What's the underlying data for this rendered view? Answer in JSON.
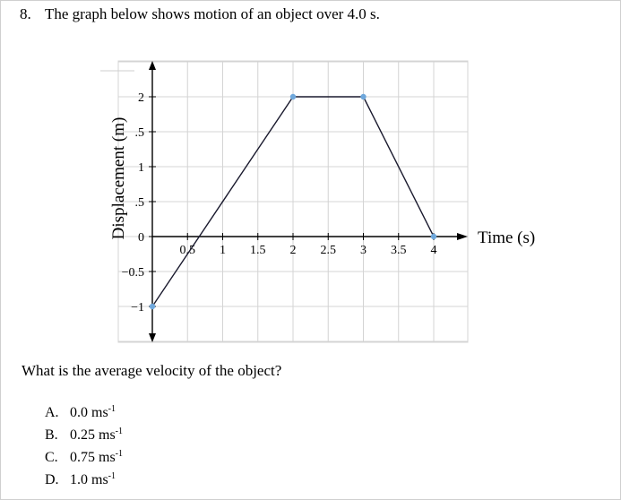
{
  "question": {
    "number": "8.",
    "text": "The graph below shows motion of an object over 4.0 s."
  },
  "chart_data": {
    "type": "line",
    "xlabel": "Time (s)",
    "ylabel": "Displacement (m)",
    "xlim": [
      -0.5,
      4.5
    ],
    "ylim": [
      -1.4,
      2.4
    ],
    "grid": true,
    "x_tick_labels": [
      "0.5",
      "1",
      "1.5",
      "2",
      "2.5",
      "3",
      "3.5",
      "4"
    ],
    "y_tick_labels": [
      "2",
      ".5",
      "1",
      ".5",
      "0",
      "−0.5",
      "−1"
    ],
    "series": [
      {
        "x": [
          0,
          2,
          3,
          4
        ],
        "y": [
          -1,
          2,
          2,
          0
        ]
      }
    ],
    "colors": {
      "line": "#1a1a2e",
      "point": "#6fa8dc",
      "grid": "#d4d4d4"
    }
  },
  "prompt": "What is the average velocity of the object?",
  "choices": [
    {
      "letter": "A.",
      "value": "0.0 ms",
      "exp": "-1"
    },
    {
      "letter": "B.",
      "value": "0.25 ms",
      "exp": "-1"
    },
    {
      "letter": "C.",
      "value": "0.75 ms",
      "exp": "-1"
    },
    {
      "letter": "D.",
      "value": "1.0 ms",
      "exp": "-1"
    }
  ]
}
